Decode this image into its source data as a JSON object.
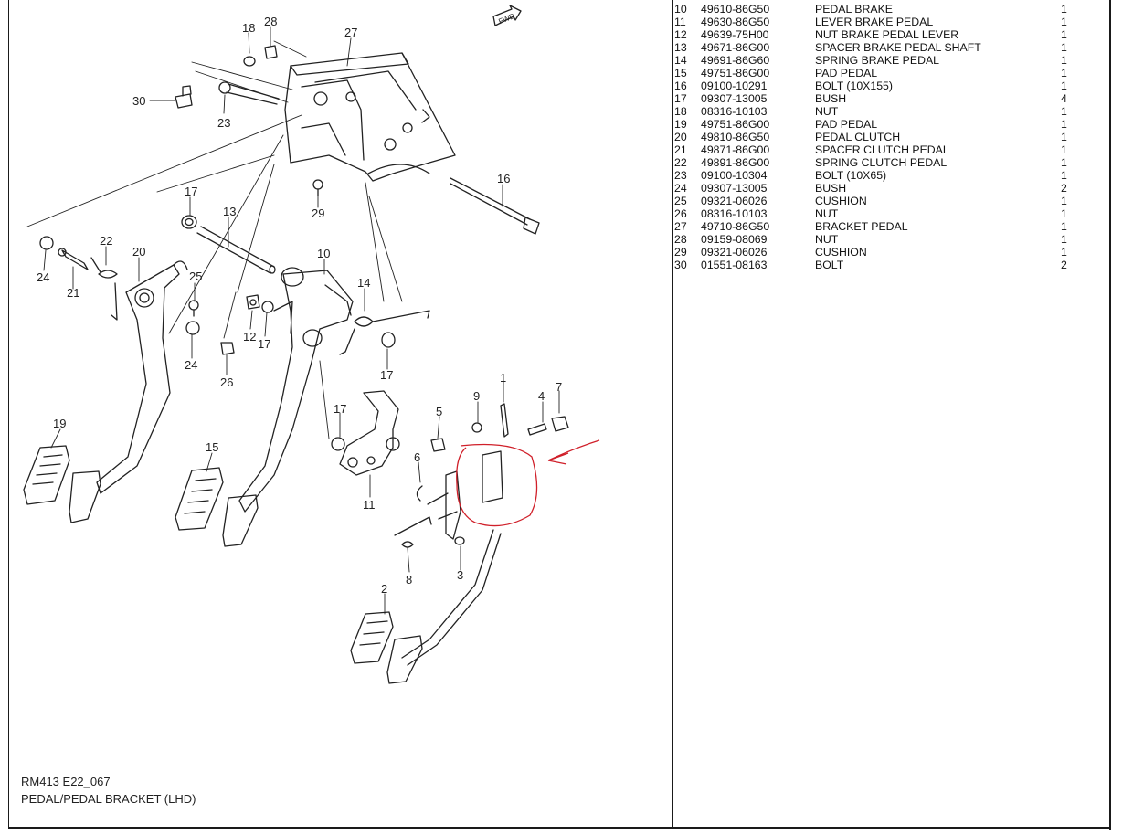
{
  "diagram": {
    "labels": [
      "18",
      "28",
      "27",
      "30",
      "23",
      "16",
      "17",
      "29",
      "13",
      "22",
      "20",
      "10",
      "14",
      "24",
      "21",
      "25",
      "12",
      "17",
      "24",
      "26",
      "17",
      "1",
      "9",
      "4",
      "7",
      "19",
      "15",
      "17",
      "5",
      "6",
      "11",
      "8",
      "3",
      "2"
    ],
    "arrow_text": "FWD",
    "annotation_color": "#d0202a",
    "line_color": "#222222"
  },
  "caption": {
    "code": "RM413 E22_067",
    "title": "PEDAL/PEDAL BRACKET (LHD)"
  },
  "parts": [
    {
      "no": "10",
      "pn": "49610-86G50",
      "desc": "PEDAL BRAKE",
      "qty": "1"
    },
    {
      "no": "11",
      "pn": "49630-86G50",
      "desc": "LEVER BRAKE PEDAL",
      "qty": "1"
    },
    {
      "no": "12",
      "pn": "49639-75H00",
      "desc": "NUT BRAKE PEDAL LEVER",
      "qty": "1"
    },
    {
      "no": "13",
      "pn": "49671-86G00",
      "desc": "SPACER BRAKE PEDAL SHAFT",
      "qty": "1"
    },
    {
      "no": "14",
      "pn": "49691-86G60",
      "desc": "SPRING BRAKE PEDAL",
      "qty": "1"
    },
    {
      "no": "15",
      "pn": "49751-86G00",
      "desc": "PAD PEDAL",
      "qty": "1"
    },
    {
      "no": "16",
      "pn": "09100-10291",
      "desc": "BOLT (10X155)",
      "qty": "1"
    },
    {
      "no": "17",
      "pn": "09307-13005",
      "desc": "BUSH",
      "qty": "4"
    },
    {
      "no": "18",
      "pn": "08316-10103",
      "desc": "NUT",
      "qty": "1"
    },
    {
      "no": "19",
      "pn": "49751-86G00",
      "desc": "PAD PEDAL",
      "qty": "1"
    },
    {
      "no": "20",
      "pn": "49810-86G50",
      "desc": "PEDAL CLUTCH",
      "qty": "1"
    },
    {
      "no": "21",
      "pn": "49871-86G00",
      "desc": "SPACER CLUTCH PEDAL",
      "qty": "1"
    },
    {
      "no": "22",
      "pn": "49891-86G00",
      "desc": "SPRING CLUTCH PEDAL",
      "qty": "1"
    },
    {
      "no": "23",
      "pn": "09100-10304",
      "desc": "BOLT (10X65)",
      "qty": "1"
    },
    {
      "no": "24",
      "pn": "09307-13005",
      "desc": "BUSH",
      "qty": "2"
    },
    {
      "no": "25",
      "pn": "09321-06026",
      "desc": "CUSHION",
      "qty": "1"
    },
    {
      "no": "26",
      "pn": "08316-10103",
      "desc": " NUT",
      "qty": "1"
    },
    {
      "no": "27",
      "pn": "49710-86G50",
      "desc": "BRACKET PEDAL",
      "qty": "1"
    },
    {
      "no": "28",
      "pn": "09159-08069",
      "desc": "NUT",
      "qty": "1"
    },
    {
      "no": "29",
      "pn": "09321-06026",
      "desc": "CUSHION",
      "qty": "1"
    },
    {
      "no": "30",
      "pn": "01551-08163",
      "desc": "BOLT",
      "qty": "2"
    }
  ]
}
